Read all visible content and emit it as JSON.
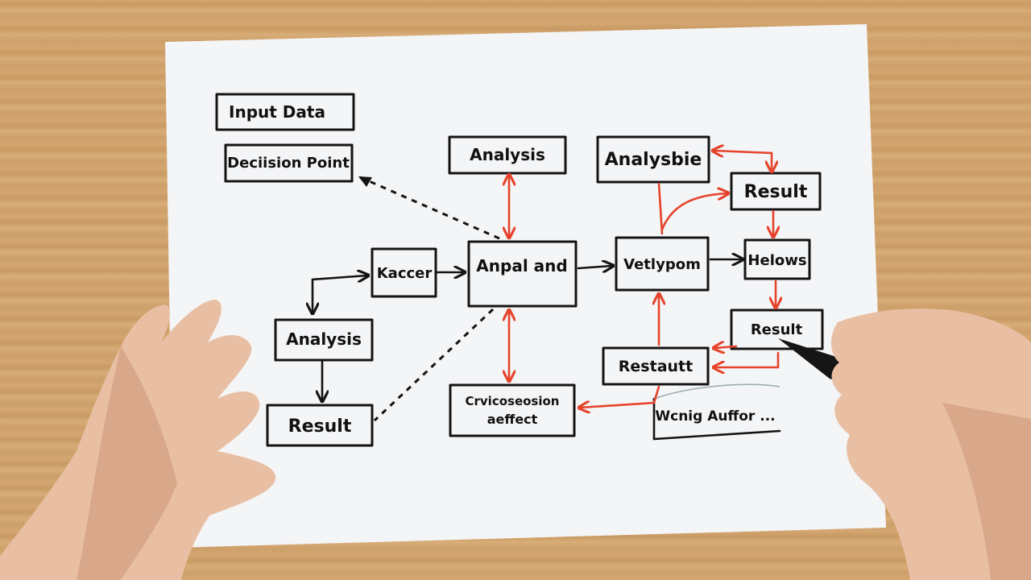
{
  "diagram": {
    "nodes": {
      "input_data": "Input Data",
      "decision_point": "Deciision Point",
      "analysis_top": "Analysis",
      "analysbie": "Analysbie",
      "result_top": "Result",
      "kaccer": "Kacсer",
      "anpal_and": "Anpal and",
      "vethypom": "Vetlypom",
      "helows": "Helows",
      "analysis_left": "Analysis",
      "result_right": "Result",
      "restautt": "Restautt",
      "result_bottom": "Result",
      "crvicoseosion_line1": "Crvicoseosion",
      "crvicoseosion_line2": "aeffect",
      "wcnig_auffor": "Wcnig Auffor ..."
    },
    "colors": {
      "ink": "#141414",
      "accent": "#e5432b",
      "paper": "#f4f5f7"
    }
  }
}
